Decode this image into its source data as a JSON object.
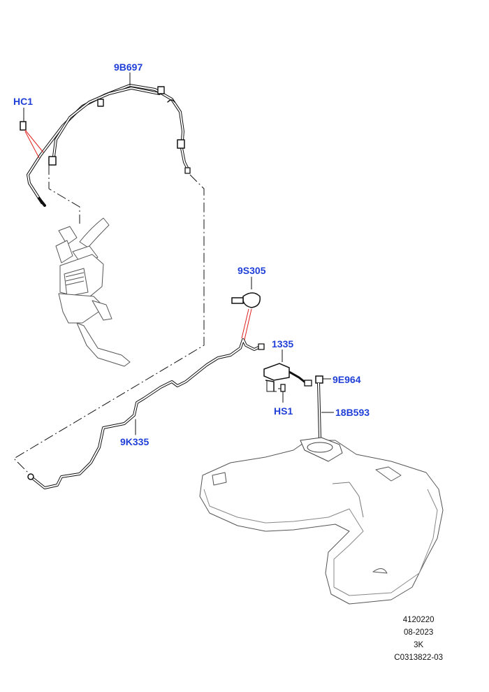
{
  "callouts": {
    "c_9B697": "9B697",
    "c_HC1": "HC1",
    "c_9S305": "9S305",
    "c_1335": "1335",
    "c_9E964": "9E964",
    "c_HS1": "HS1",
    "c_18B593": "18B593",
    "c_9K335": "9K335"
  },
  "footer": {
    "line1": "4120220",
    "line2": "08-2023",
    "line3": "3K",
    "line4": "C0313822-03"
  },
  "colors": {
    "callout": "#1f3fd8",
    "leader_red": "#e02020",
    "pipe": "#111111",
    "outline": "#444444"
  }
}
